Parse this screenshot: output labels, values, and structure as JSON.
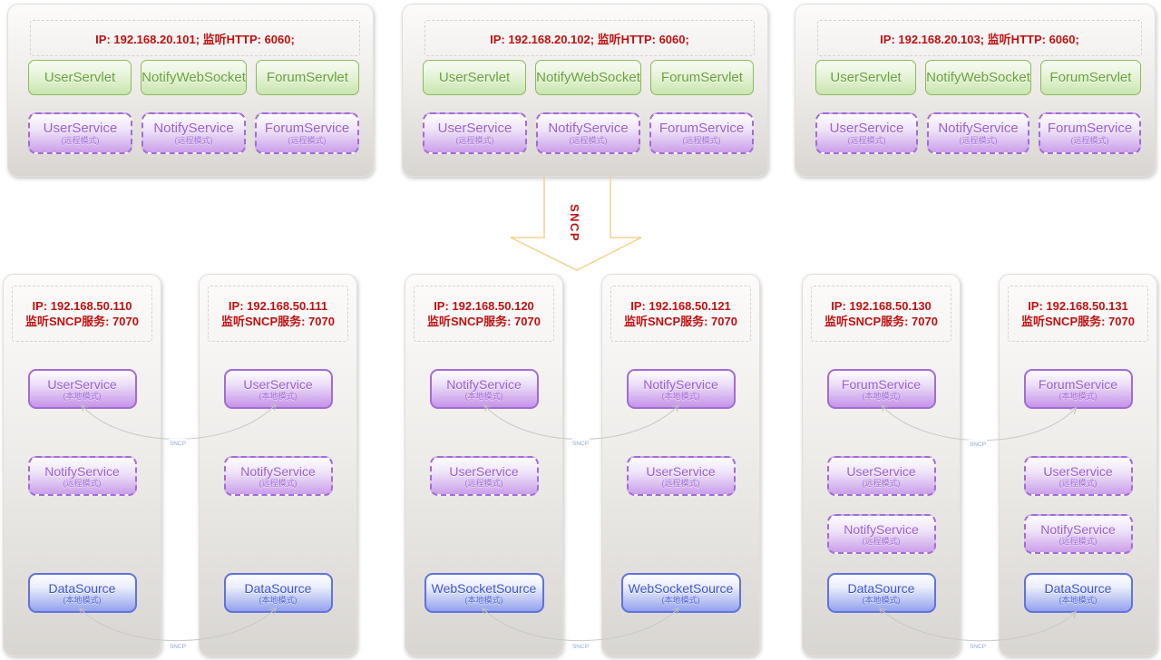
{
  "diagram": {
    "arrow_label": "SNCP",
    "connector_label": "SNCP"
  },
  "colors": {
    "ip_text_red": "#bf1111",
    "servlet_green": "#69a13b",
    "service_purple": "#9a5ed2",
    "source_blue": "#3c53d2",
    "arrow_gold": "#f1d190",
    "connector_gray": "#bdbdbd",
    "connector_label_blue": "#8ea6d4"
  },
  "top_servers": [
    {
      "ip": "IP: 192.168.20.101;  监听HTTP: 6060;",
      "servlets": [
        "UserServlet",
        "NotifyWebSocket",
        "ForumServlet"
      ],
      "services": [
        {
          "name": "UserService",
          "mode": "(远程模式)"
        },
        {
          "name": "NotifyService",
          "mode": "(远程模式)"
        },
        {
          "name": "ForumService",
          "mode": "(远程模式)"
        }
      ]
    },
    {
      "ip": "IP: 192.168.20.102;  监听HTTP: 6060;",
      "servlets": [
        "UserServlet",
        "NotifyWebSocket",
        "ForumServlet"
      ],
      "services": [
        {
          "name": "UserService",
          "mode": "(远程模式)"
        },
        {
          "name": "NotifyService",
          "mode": "(远程模式)"
        },
        {
          "name": "ForumService",
          "mode": "(远程模式)"
        }
      ]
    },
    {
      "ip": "IP: 192.168.20.103;  监听HTTP: 6060;",
      "servlets": [
        "UserServlet",
        "NotifyWebSocket",
        "ForumServlet"
      ],
      "services": [
        {
          "name": "UserService",
          "mode": "(远程模式)"
        },
        {
          "name": "NotifyService",
          "mode": "(远程模式)"
        },
        {
          "name": "ForumService",
          "mode": "(远程模式)"
        }
      ]
    }
  ],
  "bottom_nodes": [
    {
      "ip1": "IP: 192.168.50.110",
      "ip2": "监听SNCP服务: 7070",
      "services": [
        {
          "name": "UserService",
          "mode": "(本地模式)"
        },
        {
          "name": "NotifyService",
          "mode": "(远程模式)"
        },
        {
          "name": "DataSource",
          "mode": "(本地模式)"
        }
      ]
    },
    {
      "ip1": "IP: 192.168.50.111",
      "ip2": "监听SNCP服务: 7070",
      "services": [
        {
          "name": "UserService",
          "mode": "(本地模式)"
        },
        {
          "name": "NotifyService",
          "mode": "(远程模式)"
        },
        {
          "name": "DataSource",
          "mode": "(本地模式)"
        }
      ]
    },
    {
      "ip1": "IP: 192.168.50.120",
      "ip2": "监听SNCP服务: 7070",
      "services": [
        {
          "name": "NotifyService",
          "mode": "(本地模式)"
        },
        {
          "name": "UserService",
          "mode": "(远程模式)"
        },
        {
          "name": "WebSocketSource",
          "mode": "(本地模式)"
        }
      ]
    },
    {
      "ip1": "IP: 192.168.50.121",
      "ip2": "监听SNCP服务: 7070",
      "services": [
        {
          "name": "NotifyService",
          "mode": "(本地模式)"
        },
        {
          "name": "UserService",
          "mode": "(远程模式)"
        },
        {
          "name": "WebSocketSource",
          "mode": "(本地模式)"
        }
      ]
    },
    {
      "ip1": "IP: 192.168.50.130",
      "ip2": "监听SNCP服务: 7070",
      "services": [
        {
          "name": "ForumService",
          "mode": "(本地模式)"
        },
        {
          "name": "UserService",
          "mode": "(远程模式)"
        },
        {
          "name": "NotifyService",
          "mode": "(远程模式)"
        },
        {
          "name": "DataSource",
          "mode": "(本地模式)"
        }
      ]
    },
    {
      "ip1": "IP: 192.168.50.131",
      "ip2": "监听SNCP服务: 7070",
      "services": [
        {
          "name": "ForumService",
          "mode": "(本地模式)"
        },
        {
          "name": "UserService",
          "mode": "(远程模式)"
        },
        {
          "name": "NotifyService",
          "mode": "(远程模式)"
        },
        {
          "name": "DataSource",
          "mode": "(本地模式)"
        }
      ]
    }
  ]
}
